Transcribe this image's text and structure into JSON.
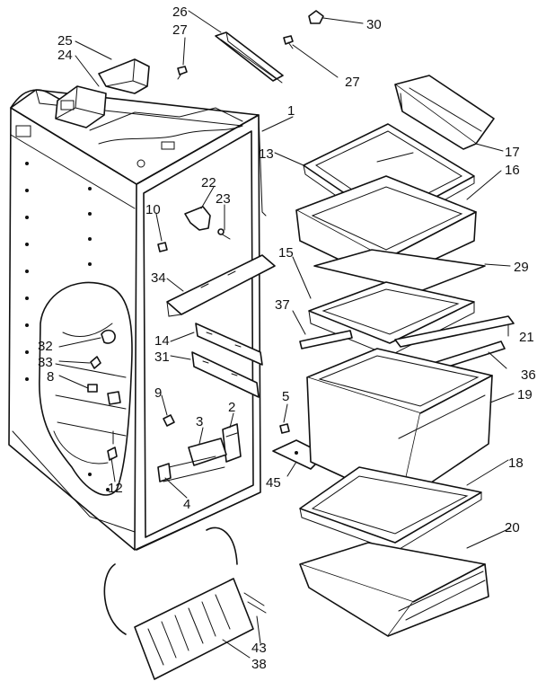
{
  "diagram": {
    "callouts": [
      {
        "id": "p1",
        "text": "1"
      },
      {
        "id": "p2",
        "text": "2"
      },
      {
        "id": "p3",
        "text": "3"
      },
      {
        "id": "p4",
        "text": "4"
      },
      {
        "id": "p5",
        "text": "5"
      },
      {
        "id": "p8",
        "text": "8"
      },
      {
        "id": "p9",
        "text": "9"
      },
      {
        "id": "p10",
        "text": "10"
      },
      {
        "id": "p12",
        "text": "12"
      },
      {
        "id": "p13",
        "text": "13"
      },
      {
        "id": "p14",
        "text": "14"
      },
      {
        "id": "p15",
        "text": "15"
      },
      {
        "id": "p16",
        "text": "16"
      },
      {
        "id": "p17",
        "text": "17"
      },
      {
        "id": "p18",
        "text": "18"
      },
      {
        "id": "p19",
        "text": "19"
      },
      {
        "id": "p20",
        "text": "20"
      },
      {
        "id": "p21",
        "text": "21"
      },
      {
        "id": "p22",
        "text": "22"
      },
      {
        "id": "p23",
        "text": "23"
      },
      {
        "id": "p24",
        "text": "24"
      },
      {
        "id": "p25",
        "text": "25"
      },
      {
        "id": "p26",
        "text": "26"
      },
      {
        "id": "p27a",
        "text": "27"
      },
      {
        "id": "p27b",
        "text": "27"
      },
      {
        "id": "p29",
        "text": "29"
      },
      {
        "id": "p30",
        "text": "30"
      },
      {
        "id": "p31",
        "text": "31"
      },
      {
        "id": "p32",
        "text": "32"
      },
      {
        "id": "p33",
        "text": "33"
      },
      {
        "id": "p34",
        "text": "34"
      },
      {
        "id": "p36",
        "text": "36"
      },
      {
        "id": "p37",
        "text": "37"
      },
      {
        "id": "p38",
        "text": "38"
      },
      {
        "id": "p43",
        "text": "43"
      },
      {
        "id": "p45",
        "text": "45"
      }
    ]
  }
}
